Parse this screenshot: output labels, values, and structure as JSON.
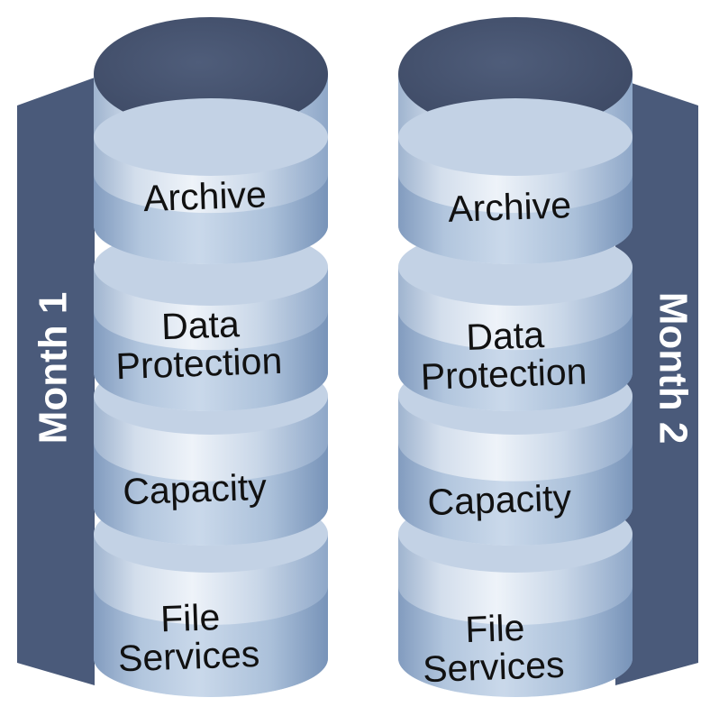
{
  "colors": {
    "band": "#4a5a7a",
    "top_face": "#46536f",
    "segment_light": "#dce6f2",
    "segment_mid": "#b8cbe1",
    "segment_dark": "#7f99bd",
    "gap_shadow": "#3b4762"
  },
  "columns": [
    {
      "month_label": "Month 1",
      "segments": [
        {
          "lines": [
            "Archive"
          ]
        },
        {
          "lines": [
            "Data",
            "Protection"
          ]
        },
        {
          "lines": [
            "Capacity"
          ]
        },
        {
          "lines": [
            "File",
            "Services"
          ]
        }
      ]
    },
    {
      "month_label": "Month 2",
      "segments": [
        {
          "lines": [
            "Archive"
          ]
        },
        {
          "lines": [
            "Data",
            "Protection"
          ]
        },
        {
          "lines": [
            "Capacity"
          ]
        },
        {
          "lines": [
            "File",
            "Services"
          ]
        }
      ]
    }
  ]
}
